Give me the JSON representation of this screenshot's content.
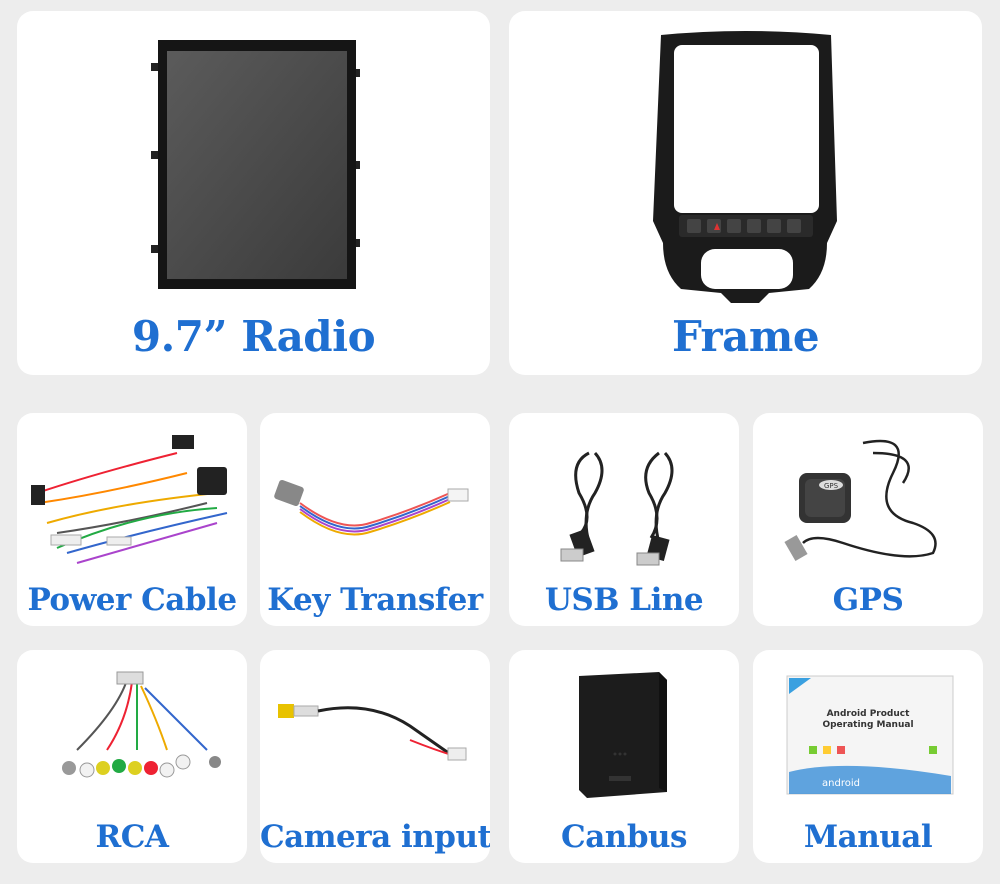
{
  "products": {
    "radio": {
      "label": "9.7” Radio"
    },
    "frame": {
      "label": "Frame"
    },
    "power_cable": {
      "label": "Power Cable"
    },
    "key_transfer": {
      "label": "Key Transfer"
    },
    "usb_line": {
      "label": "USB Line"
    },
    "gps": {
      "label": "GPS",
      "antenna_text": "GPS"
    },
    "rca": {
      "label": "RCA"
    },
    "camera_input": {
      "label": "Camera input"
    },
    "canbus": {
      "label": "Canbus"
    },
    "manual": {
      "label": "Manual",
      "title_line1": "Android Product",
      "title_line2": "Operating Manual",
      "brand": "android"
    }
  },
  "colors": {
    "page_bg": "#ededed",
    "card_bg": "#ffffff",
    "label_blue": "#1f6fd1"
  }
}
